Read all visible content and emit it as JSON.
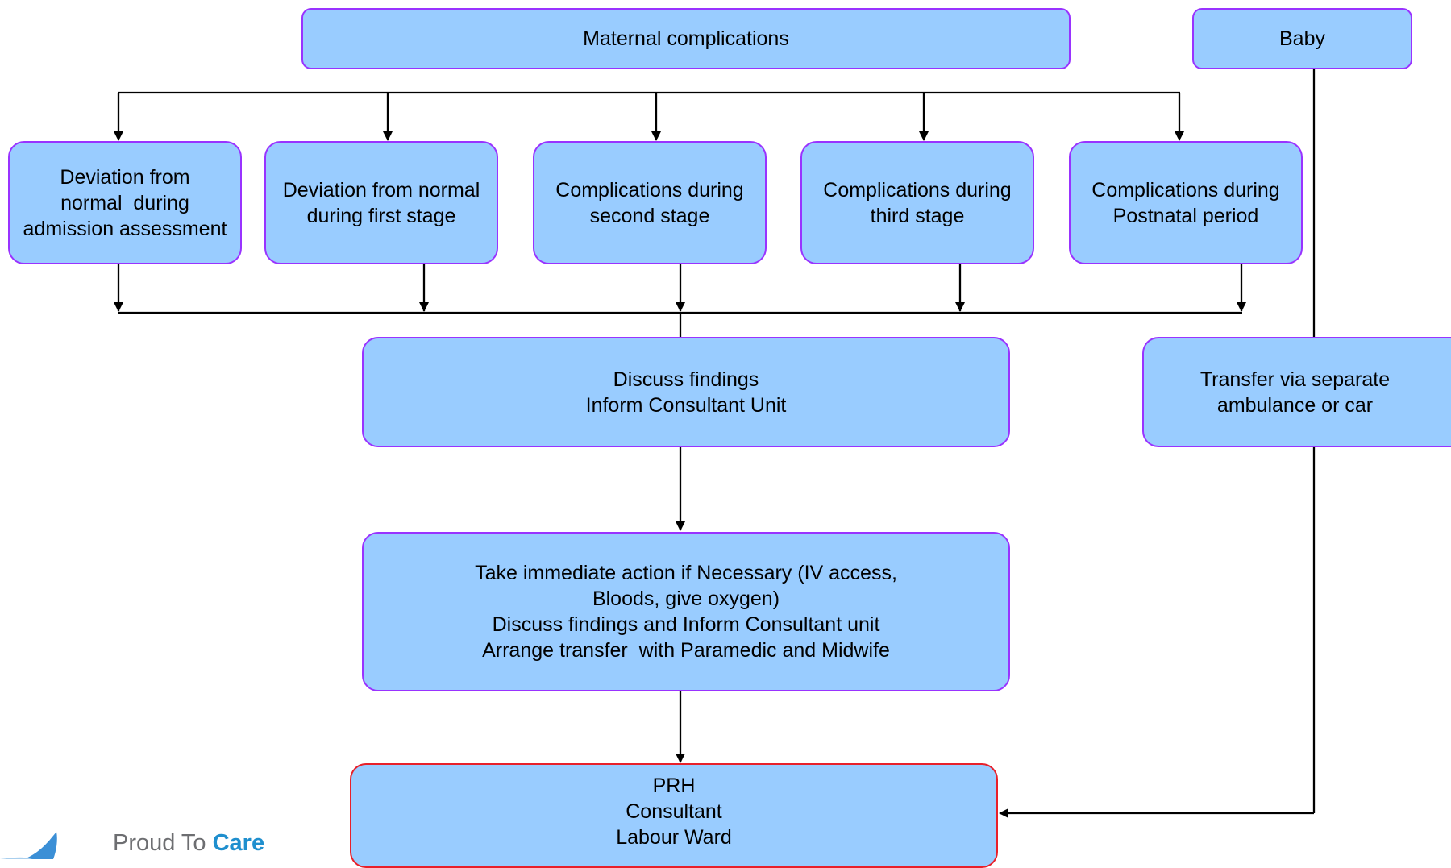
{
  "boxes": {
    "maternal": {
      "lines": [
        "Maternal complications"
      ]
    },
    "baby": {
      "lines": [
        "Baby"
      ]
    },
    "deviation_admission": {
      "lines": [
        "Deviation from",
        "normal  during",
        "admission assessment"
      ]
    },
    "deviation_first": {
      "lines": [
        "Deviation from normal",
        "during first stage"
      ]
    },
    "comp_second": {
      "lines": [
        "Complications during",
        "second stage"
      ]
    },
    "comp_third": {
      "lines": [
        "Complications during",
        "third stage"
      ]
    },
    "comp_postnatal": {
      "lines": [
        "Complications during",
        "Postnatal period"
      ]
    },
    "discuss": {
      "lines": [
        "Discuss findings",
        "Inform Consultant Unit"
      ]
    },
    "transfer": {
      "lines": [
        "Transfer via separate",
        "ambulance or car"
      ]
    },
    "action": {
      "lines": [
        "Take immediate action if Necessary (IV access,",
        "Bloods, give oxygen)",
        "Discuss findings and Inform Consultant unit",
        "Arrange transfer  with Paramedic and Midwife"
      ]
    },
    "prh": {
      "lines": [
        "PRH",
        "Consultant",
        "Labour Ward"
      ]
    }
  },
  "logo": {
    "prefix": "Proud To ",
    "emphasis": "Care"
  },
  "colors": {
    "box_fill": "#99ccff",
    "box_border": "#9933ff",
    "final_border": "#e8202a",
    "connector": "#000000"
  }
}
